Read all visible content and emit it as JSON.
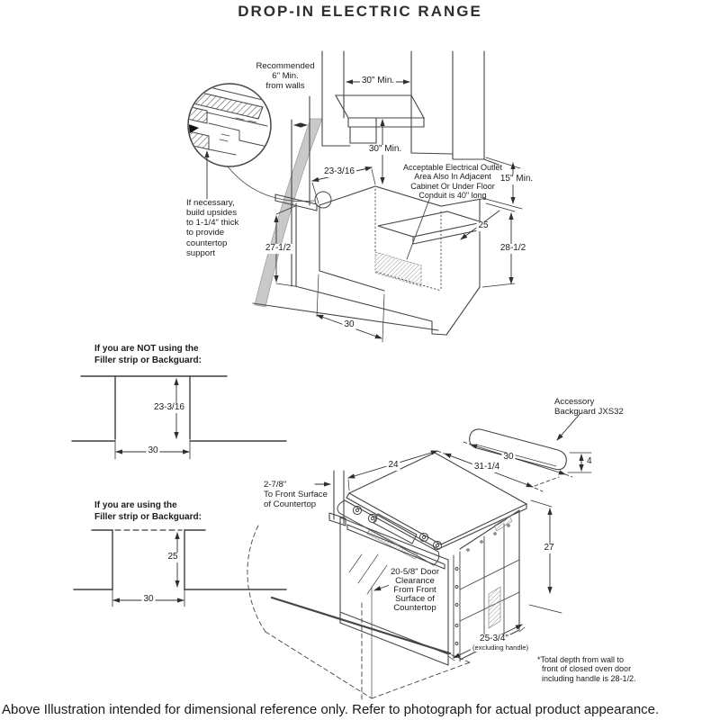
{
  "title": "DROP-IN ELECTRIC RANGE",
  "caption": "Above Illustration intended for dimensional reference only. Refer to photograph for actual product appearance.",
  "top_diagram": {
    "recommended_note": "Recommended\n6\" Min.\nfrom walls",
    "dim_30_min_top": "30\" Min.",
    "dim_30_min_vert": "30\" Min.",
    "dim_cutout_depth": "23-3/16",
    "outlet_note": "Acceptable Electrical Outlet\nArea Also In Adjacent\nCabinet Or Under Floor\nConduit is 40\" long",
    "dim_15_min": "15\" Min.",
    "dim_shelf_depth": "25",
    "dim_total_height": "28-1/2",
    "dim_opening_height": "27-1/2",
    "dim_opening_width": "30",
    "support_note": "If necessary,\nbuild upsides\nto 1-1/4\" thick\nto provide\ncountertop\nsupport"
  },
  "cutout_without": {
    "heading": "If you are NOT using the\nFiller strip or Backguard:",
    "dim_depth": "23-3/16",
    "dim_width": "30"
  },
  "cutout_with": {
    "heading": "If you are using the\nFiller strip or Backguard:",
    "dim_depth": "25",
    "dim_width": "30"
  },
  "range_diagram": {
    "backguard_label": "Accessory\nBackguard JXS32",
    "dim_backguard_width": "30",
    "dim_backguard_height": "4",
    "dim_total_width": "31-1/4",
    "dim_cooktop_depth": "24",
    "countertop_note": "2-7/8\"\nTo Front Surface\nof Countertop",
    "dim_body_height": "27",
    "door_note": "20-5/8\" Door\nClearance\nFrom Front\nSurface of\nCountertop",
    "dim_body_depth": "25-3/4\"",
    "dim_body_depth_sub": "(excluding handle)",
    "footnote": "*Total depth from wall to\n  front of closed oven door\n  including handle is 28-1/2."
  }
}
